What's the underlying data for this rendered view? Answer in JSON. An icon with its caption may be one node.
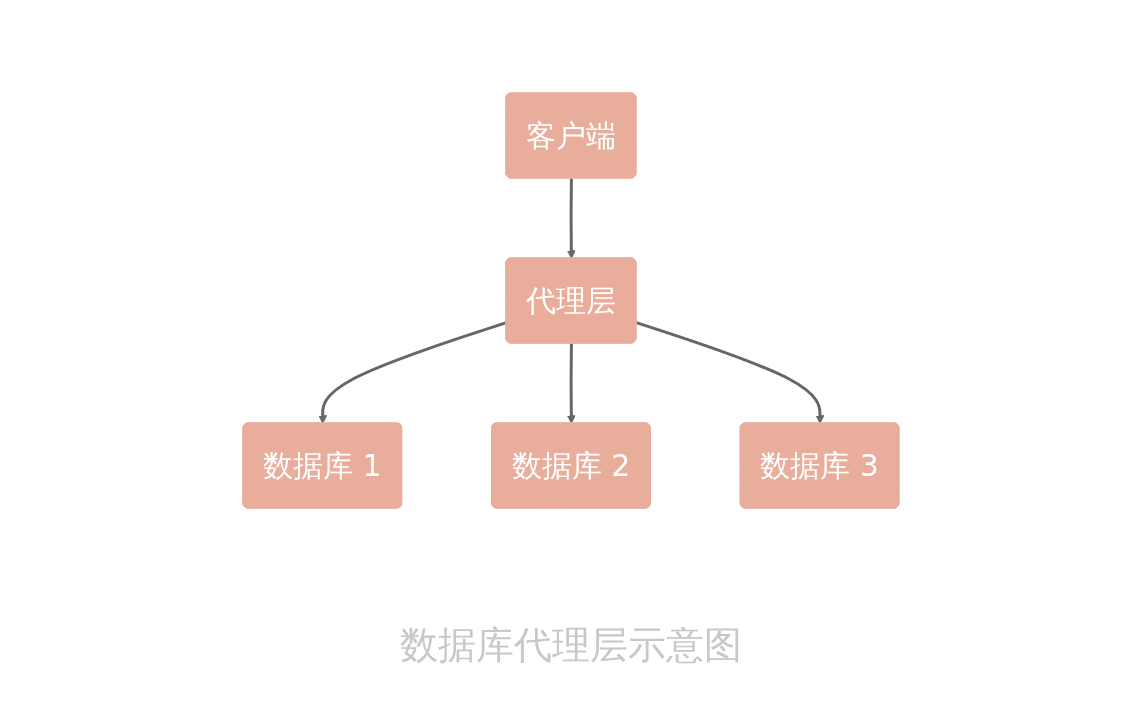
{
  "diagram": {
    "caption": "数据库代理层示意图",
    "nodes": [
      {
        "text": [
          "客户端"
        ]
      },
      {
        "text": [
          "代理层"
        ]
      },
      {
        "text": [
          "数据库 1"
        ]
      },
      {
        "text": [
          "数据库 2"
        ]
      },
      {
        "text": [
          "数据库 3"
        ]
      }
    ],
    "edges": [
      {
        "from": 0,
        "to": 1,
        "arrow": "to"
      },
      {
        "from": 1,
        "to": 2,
        "arrow": "to"
      },
      {
        "from": 1,
        "to": 3,
        "arrow": "to"
      },
      {
        "from": 1,
        "to": 4,
        "arrow": "to"
      }
    ]
  }
}
